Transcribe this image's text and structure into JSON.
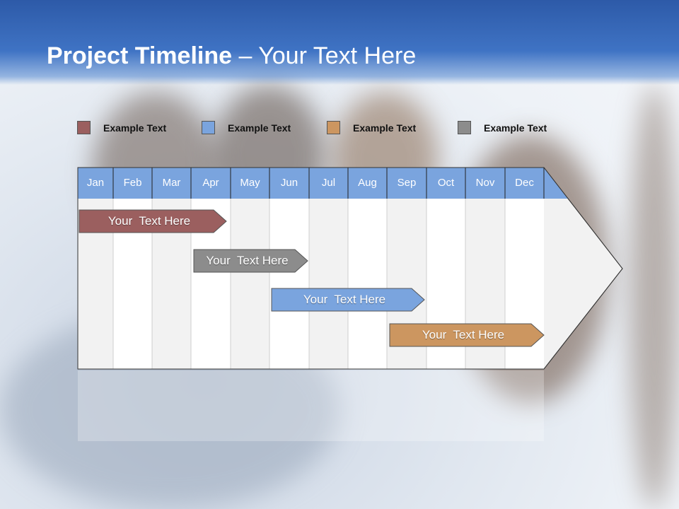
{
  "title": {
    "bold": "Project Timeline",
    "rest": " – Your Text Here"
  },
  "legend": [
    {
      "label": "Example Text",
      "color": "#9b5f5f"
    },
    {
      "label": "Example Text",
      "color": "#7aa4de"
    },
    {
      "label": "Example Text",
      "color": "#cc9660"
    },
    {
      "label": "Example Text",
      "color": "#8c8c8c"
    }
  ],
  "months": [
    "Jan",
    "Feb",
    "Mar",
    "Apr",
    "May",
    "Jun",
    "Jul",
    "Aug",
    "Sep",
    "Oct",
    "Nov",
    "Dec"
  ],
  "tasks": [
    {
      "label": "Your  Text Here",
      "color": "#9b5f5f",
      "start_month": "Jan",
      "end_month": "Apr"
    },
    {
      "label": "Your  Text Here",
      "color": "#8c8c8c",
      "start_month": "Apr",
      "end_month": "Jun"
    },
    {
      "label": "Your  Text Here",
      "color": "#7aa4de",
      "start_month": "Jun",
      "end_month": "Sep"
    },
    {
      "label": "Your  Text Here",
      "color": "#cc9660",
      "start_month": "Sep",
      "end_month": "Dec"
    }
  ]
}
